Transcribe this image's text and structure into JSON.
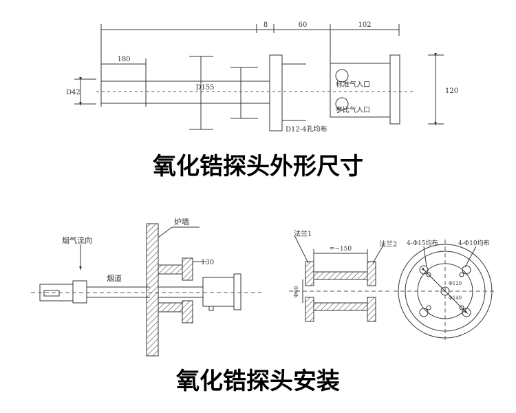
{
  "titles": {
    "dimensions": "氧化锆探头外形尺寸",
    "installation": "氧化锆探头安装"
  },
  "top_drawing": {
    "dim_8": "8",
    "dim_60": "60",
    "dim_102": "102",
    "dim_180": "180",
    "dim_d42": "D42",
    "dim_d155": "D155",
    "dim_120": "120",
    "port_standard": "标准气入口",
    "port_reference": "参比气入口",
    "holes_note": "D12-4孔均布"
  },
  "install_drawing": {
    "smoke_direction": "烟气流向",
    "furnace_wall": "炉墙",
    "flue": "烟道",
    "dim_130": "130"
  },
  "flange_drawing": {
    "flange1": "法兰1",
    "flange2": "法兰2",
    "dim_150": "=~150",
    "dim_d60": "Φ60",
    "holes_15": "4-Φ15均布",
    "holes_10": "4-Φ10均布",
    "pcd_1": "Φ120",
    "pcd_2": "Φ140"
  }
}
